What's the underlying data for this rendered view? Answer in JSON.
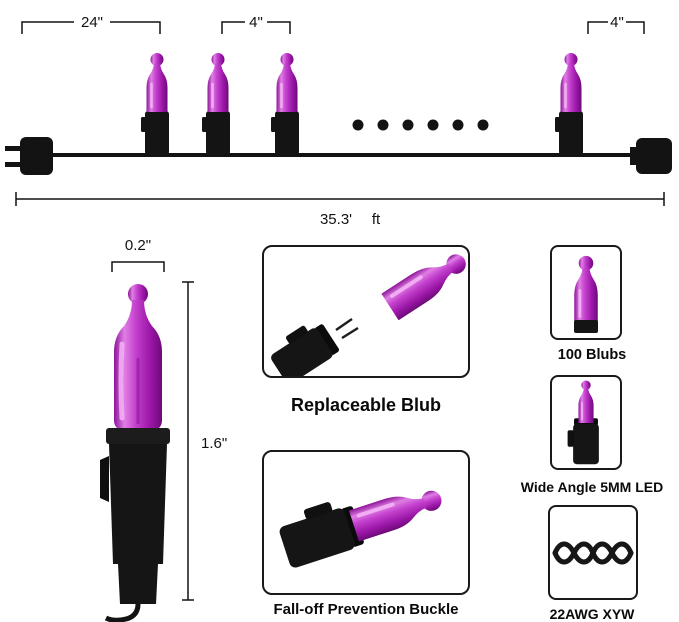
{
  "string_diagram": {
    "lead_spacing": "24\"",
    "bulb_spacing": "4\"",
    "tail_spacing": "4\"",
    "total_length_value": "35.3'",
    "total_length_unit": "ft"
  },
  "bulb_detail": {
    "width_label": "0.2\"",
    "height_label": "1.6\""
  },
  "features": [
    {
      "label": "Replaceable Blub"
    },
    {
      "label": "Fall-off Prevention Buckle"
    }
  ],
  "specs": [
    {
      "label": "100 Blubs"
    },
    {
      "label": "Wide Angle 5MM LED"
    },
    {
      "label": "22AWG XYW"
    }
  ],
  "colors": {
    "bulb_purple": "#b834c2",
    "bulb_highlight": "#f3b3f5",
    "hardware_black": "#141414"
  }
}
